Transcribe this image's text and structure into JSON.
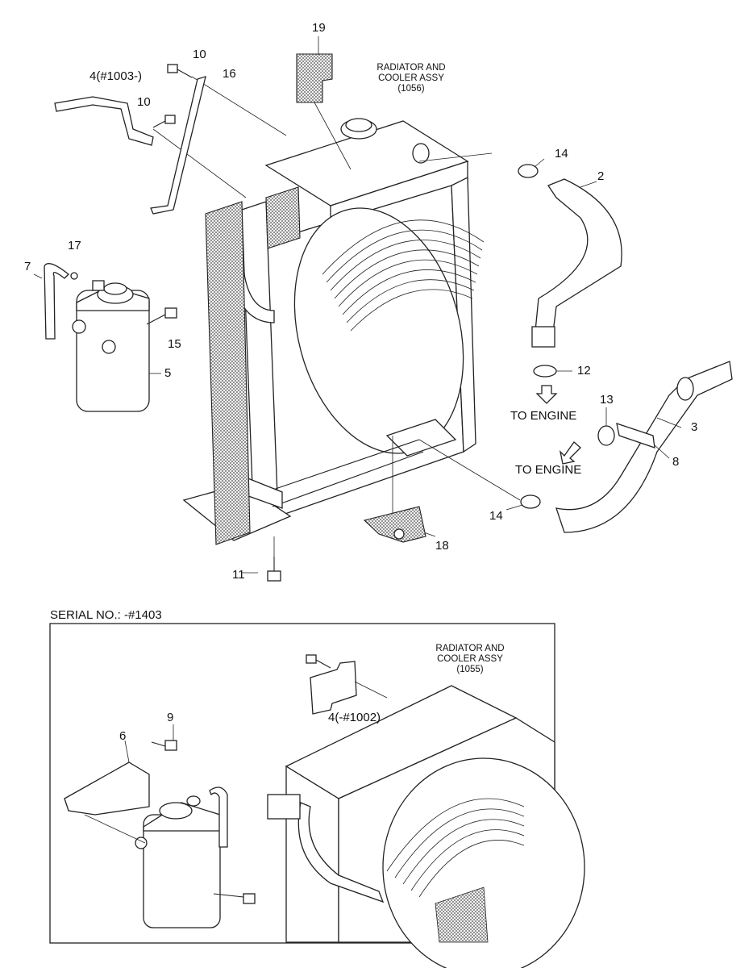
{
  "main": {
    "assembly_caption": [
      "RADIATOR AND",
      "COOLER ASSY",
      "(1056)"
    ],
    "callouts": {
      "p19": "19",
      "p10a": "10",
      "p16": "16",
      "p4": "4(#1003-)",
      "p10b": "10",
      "p14a": "14",
      "p2": "2",
      "p17": "17",
      "p7": "7",
      "p15": "15",
      "p5": "5",
      "p12": "12",
      "p13": "13",
      "p3": "3",
      "p8": "8",
      "p14b": "14",
      "p18": "18",
      "p11": "11"
    },
    "to_engine_1": "TO ENGINE",
    "to_engine_2": "TO ENGINE"
  },
  "inset": {
    "serial_label": "SERIAL NO.: -#1403",
    "assembly_caption": [
      "RADIATOR AND",
      "COOLER ASSY",
      "(1055)"
    ],
    "callouts": {
      "p9": "9",
      "p6": "6",
      "p4": "4(-#1002)"
    }
  }
}
